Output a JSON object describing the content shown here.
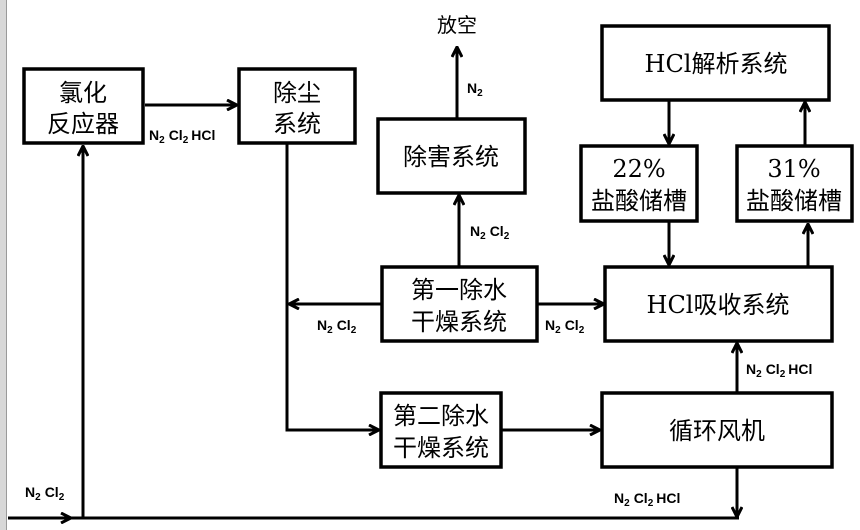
{
  "diagram": {
    "nodes": {
      "reactor": {
        "line1": "氯化",
        "line2": "反应器"
      },
      "dust_removal": {
        "line1": "除尘",
        "line2": "系统"
      },
      "harm_removal": {
        "label": "除害系统"
      },
      "vent": {
        "label": "放空"
      },
      "hcl_desorption": {
        "label": "HCl解析系统"
      },
      "tank_22": {
        "line1": "22%",
        "line2": "盐酸储槽"
      },
      "tank_31": {
        "line1": "31%",
        "line2": "盐酸储槽"
      },
      "dryer_1": {
        "line1": "第一除水",
        "line2": "干燥系统"
      },
      "hcl_absorption": {
        "label": "HCl吸收系统"
      },
      "dryer_2": {
        "line1": "第二除水",
        "line2": "干燥系统"
      },
      "fan": {
        "label": "循环风机"
      }
    },
    "flow_labels": {
      "reactor_to_dust": {
        "a": "N",
        "a_sub": "2",
        "b": "Cl",
        "b_sub": "2",
        "c": "HCl"
      },
      "harm_to_vent": {
        "a": "N",
        "a_sub": "2"
      },
      "dryer1_to_harm": {
        "a": "N",
        "a_sub": "2",
        "b": "Cl",
        "b_sub": "2"
      },
      "dryer1_to_left": {
        "a": "N",
        "a_sub": "2",
        "b": "Cl",
        "b_sub": "2"
      },
      "dryer1_to_absorption": {
        "a": "N",
        "a_sub": "2",
        "b": "Cl",
        "b_sub": "2"
      },
      "fan_to_absorption": {
        "a": "N",
        "a_sub": "2",
        "b": "Cl",
        "b_sub": "2",
        "c": "HCl"
      },
      "fan_to_return": {
        "a": "N",
        "a_sub": "2",
        "b": "Cl",
        "b_sub": "2",
        "c": "HCl"
      },
      "feed_inlet": {
        "a": "N",
        "a_sub": "2",
        "b": "Cl",
        "b_sub": "2"
      }
    },
    "edges": [
      {
        "from": "feed_inlet",
        "to": "reactor"
      },
      {
        "from": "reactor",
        "to": "dust_removal"
      },
      {
        "from": "dust_removal",
        "to": "dryer_2"
      },
      {
        "from": "dryer_1",
        "to": "dust_line"
      },
      {
        "from": "dryer_1",
        "to": "harm_removal"
      },
      {
        "from": "harm_removal",
        "to": "vent"
      },
      {
        "from": "dryer_1",
        "to": "hcl_absorption"
      },
      {
        "from": "dryer_2",
        "to": "fan"
      },
      {
        "from": "fan",
        "to": "hcl_absorption"
      },
      {
        "from": "fan",
        "to": "return_line"
      },
      {
        "from": "hcl_desorption",
        "to": "tank_22"
      },
      {
        "from": "tank_22",
        "to": "hcl_absorption"
      },
      {
        "from": "hcl_absorption",
        "to": "tank_31"
      },
      {
        "from": "tank_31",
        "to": "hcl_desorption"
      }
    ]
  }
}
